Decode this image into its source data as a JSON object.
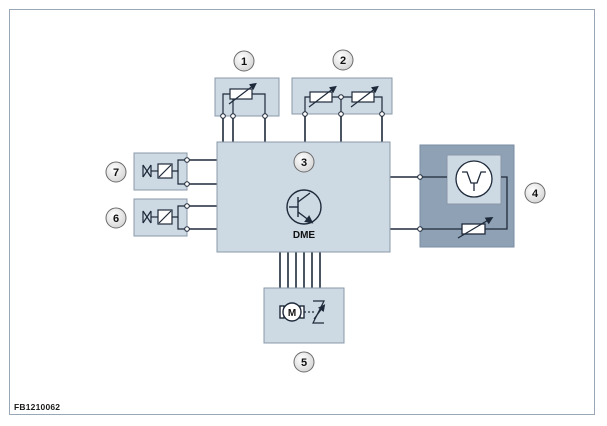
{
  "figure_code": "FB1210062",
  "dme_label": "DME",
  "callouts": {
    "c1": "1",
    "c2": "2",
    "c3": "3",
    "c4": "4",
    "c5": "5",
    "c6": "6",
    "c7": "7"
  },
  "colors": {
    "box_fill": "#cdd9e3",
    "box_stroke": "#8a98a8",
    "dark_box_fill": "#8fa1b5",
    "wire": "#1e2a3a",
    "frame": "#9aa7b6"
  }
}
